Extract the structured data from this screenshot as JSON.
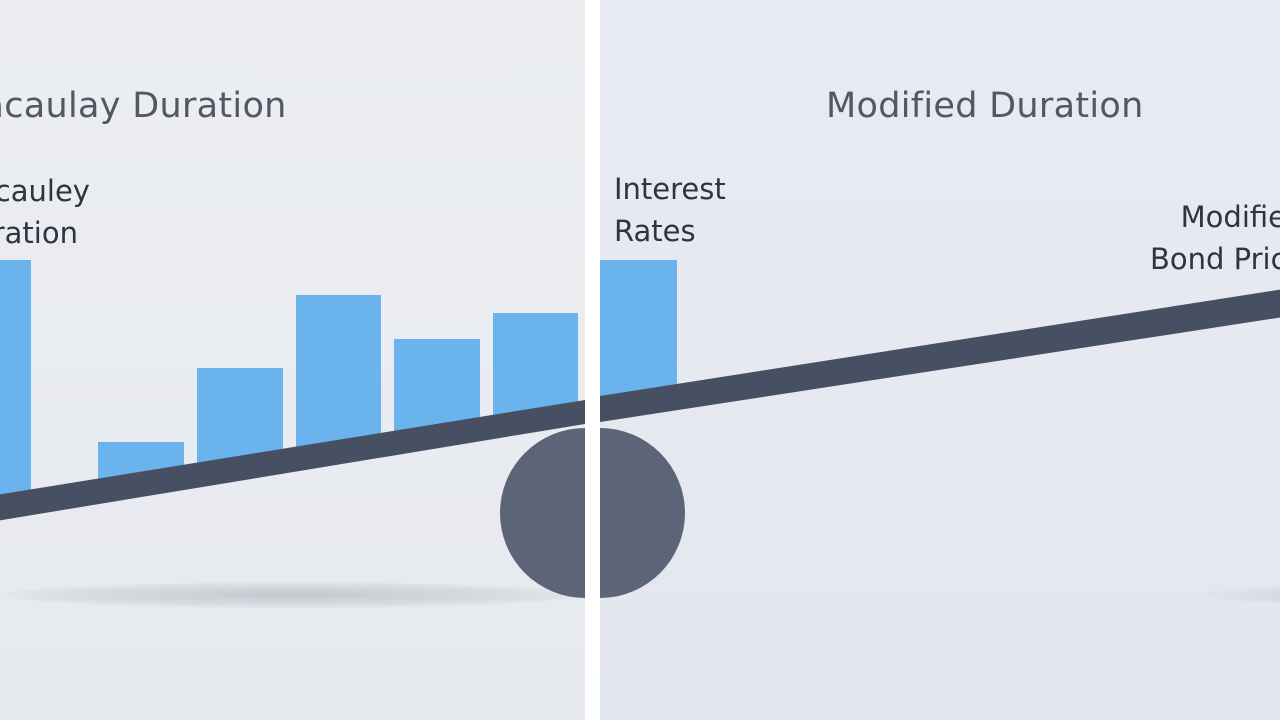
{
  "left_panel": {
    "title": "Macaulay Duration",
    "label_lines": [
      "Macauley",
      "Duration"
    ],
    "bar_count": 6
  },
  "right_panel": {
    "title": "Modified Duration",
    "label_rates_lines": [
      "Interest",
      "Rates"
    ],
    "label_bond_lines": [
      "Modified",
      "Bond Price"
    ]
  },
  "colors": {
    "bar": "#6bb3ec",
    "beam": "#475062",
    "fulcrum": "#5b6577",
    "background": "#e9ebf0",
    "divider": "#ffffff"
  }
}
